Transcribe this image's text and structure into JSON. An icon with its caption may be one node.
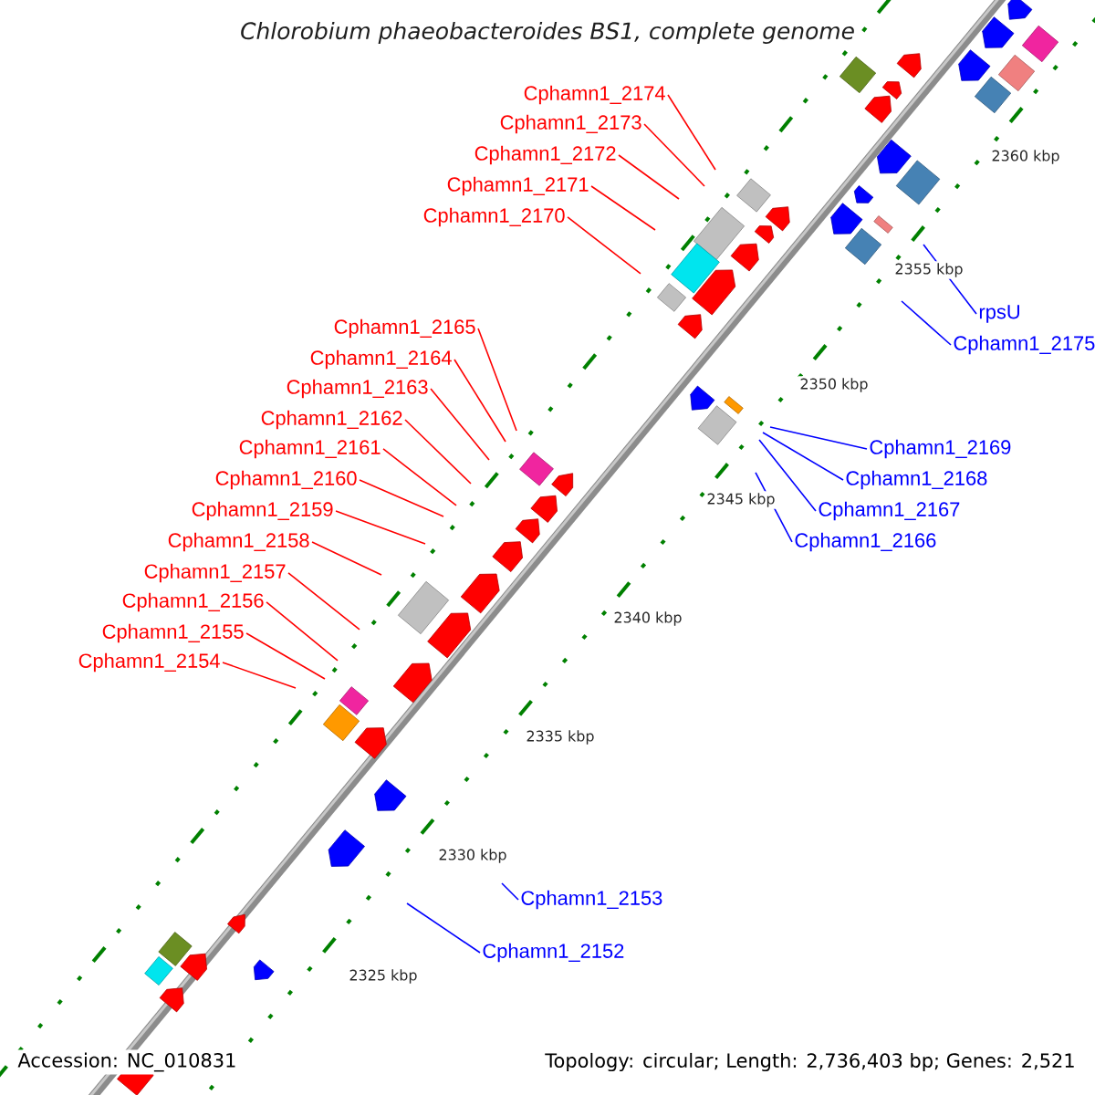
{
  "diagram": {
    "title": "Chlorobium phaeobacteroides BS1, complete genome",
    "nodes": [
      {
        "text": [
          "Cphamn1_2174"
        ]
      },
      {
        "text": [
          "Cphamn1_2173"
        ]
      },
      {
        "text": [
          "Cphamn1_2172"
        ]
      },
      {
        "text": [
          "Cphamn1_2171"
        ]
      },
      {
        "text": [
          "Cphamn1_2170"
        ]
      },
      {
        "text": [
          "rpsU"
        ]
      },
      {
        "text": [
          "Cphamn1_2175"
        ]
      },
      {
        "text": [
          "Cphamn1_2165"
        ]
      },
      {
        "text": [
          "Cphamn1_2164"
        ]
      },
      {
        "text": [
          "Cphamn1_2163"
        ]
      },
      {
        "text": [
          "Cphamn1_2162"
        ]
      },
      {
        "text": [
          "Cphamn1_2161"
        ]
      },
      {
        "text": [
          "Cphamn1_2160"
        ]
      },
      {
        "text": [
          "Cphamn1_2159"
        ]
      },
      {
        "text": [
          "Cphamn1_2158"
        ]
      },
      {
        "text": [
          "Cphamn1_2157"
        ]
      },
      {
        "text": [
          "Cphamn1_2156"
        ]
      },
      {
        "text": [
          "Cphamn1_2155"
        ]
      },
      {
        "text": [
          "Cphamn1_2154"
        ]
      },
      {
        "text": [
          "Cphamn1_2169"
        ]
      },
      {
        "text": [
          "Cphamn1_2168"
        ]
      },
      {
        "text": [
          "Cphamn1_2167"
        ]
      },
      {
        "text": [
          "Cphamn1_2166"
        ]
      },
      {
        "text": [
          "Cphamn1_2153"
        ]
      },
      {
        "text": [
          "Cphamn1_2152"
        ]
      }
    ],
    "edges": [
      {
        "from": 0,
        "to": null,
        "arrow": "none"
      },
      {
        "from": 1,
        "to": null,
        "arrow": "none"
      },
      {
        "from": 2,
        "to": null,
        "arrow": "none"
      },
      {
        "from": 3,
        "to": null,
        "arrow": "none"
      },
      {
        "from": 4,
        "to": null,
        "arrow": "none"
      },
      {
        "from": 5,
        "to": null,
        "arrow": "none",
        "color": "#0000ff"
      },
      {
        "from": 6,
        "to": null,
        "arrow": "none",
        "color": "#0000ff"
      },
      {
        "from": 7,
        "to": null,
        "arrow": "none"
      },
      {
        "from": 8,
        "to": null,
        "arrow": "none"
      },
      {
        "from": 9,
        "to": null,
        "arrow": "none"
      },
      {
        "from": 10,
        "to": null,
        "arrow": "none"
      },
      {
        "from": 11,
        "to": null,
        "arrow": "none"
      },
      {
        "from": 12,
        "to": null,
        "arrow": "none"
      },
      {
        "from": 13,
        "to": null,
        "arrow": "none"
      },
      {
        "from": 14,
        "to": null,
        "arrow": "none"
      },
      {
        "from": 15,
        "to": null,
        "arrow": "none"
      },
      {
        "from": 16,
        "to": null,
        "arrow": "none"
      },
      {
        "from": 17,
        "to": null,
        "arrow": "none"
      },
      {
        "from": 18,
        "to": null,
        "arrow": "none"
      },
      {
        "from": 19,
        "to": null,
        "arrow": "none",
        "color": "#0000ff"
      },
      {
        "from": 20,
        "to": null,
        "arrow": "none",
        "color": "#0000ff"
      },
      {
        "from": 21,
        "to": null,
        "arrow": "none",
        "color": "#0000ff"
      },
      {
        "from": 22,
        "to": null,
        "arrow": "none",
        "color": "#0000ff"
      },
      {
        "from": 23,
        "to": null,
        "arrow": "none",
        "color": "#0000ff"
      },
      {
        "from": 24,
        "to": null,
        "arrow": "none",
        "color": "#0000ff"
      }
    ],
    "labels": [
      "2360 kbp",
      "2355 kbp",
      "2350 kbp",
      "2345 kbp",
      "2340 kbp",
      "2335 kbp",
      "2330 kbp",
      "2325 kbp",
      "Accession: NC_010831",
      "Topology: circular; Length: 2,736,403 bp; Genes: 2,521"
    ]
  }
}
